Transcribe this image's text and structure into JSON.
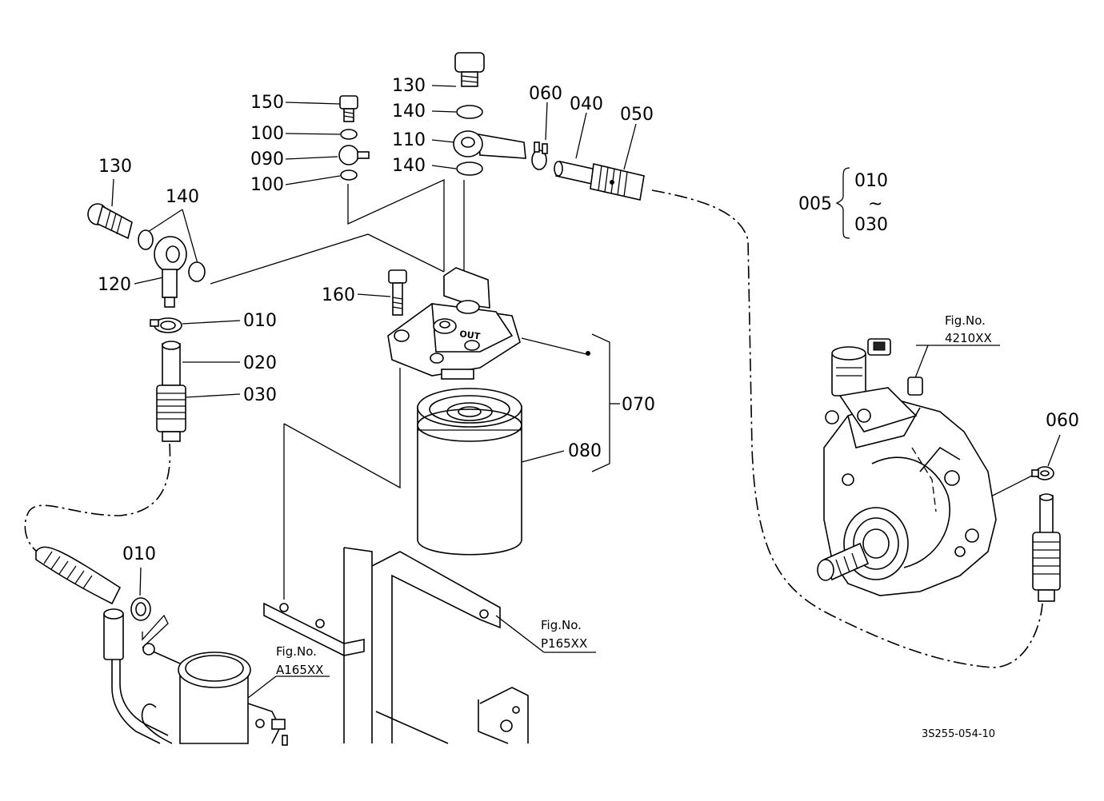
{
  "labels": {
    "p150": "150",
    "p100a": "100",
    "p090": "090",
    "p100b": "100",
    "p130a": "130",
    "p140a": "140",
    "p110": "110",
    "p140b": "140",
    "p060a": "060",
    "p040": "040",
    "p050": "050",
    "p130b": "130",
    "p140c": "140",
    "p120": "120",
    "p010a": "010",
    "p020": "020",
    "p030": "030",
    "p160": "160",
    "p070": "070",
    "p080": "080",
    "p010b": "010",
    "p060b": "060",
    "set_id": "005",
    "set_from": "010",
    "set_tilde": "~",
    "set_to": "030"
  },
  "refs": {
    "fig_4210_label": "Fig.No.",
    "fig_4210_code": "4210XX",
    "fig_p165_label": "Fig.No.",
    "fig_p165_code": "P165XX",
    "fig_a165_label": "Fig.No.",
    "fig_a165_code": "A165XX"
  },
  "drawing_code": "3S255-054-10"
}
